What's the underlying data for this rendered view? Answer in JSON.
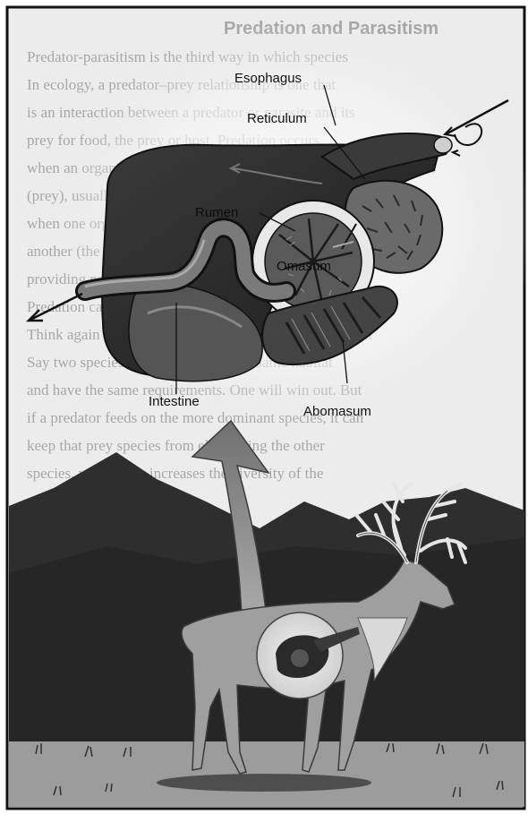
{
  "diagram": {
    "labels": {
      "esophagus": "Esophagus",
      "reticulum": "Reticulum",
      "rumen": "Rumen",
      "omasum": "Omasum",
      "intestine": "Intestine",
      "abomasum": "Abomasum"
    },
    "background_text": [
      "Predation and Parasitism",
      "Predator-parasitism is the third way in which species",
      "In ecology, a predator–prey relationship is one that",
      "is an interaction between a predator or parasite and its",
      "prey for food, the prey or host. Predation occurs",
      "when an organism (the predator) kills and eats other live organisms",
      "(prey), usually of another species. Parasitism occurs",
      "when one organism (the parasite) lives on or within",
      "another (the host), benefiting at the host's expense but",
      "providing no useful contribution to the host.",
      "Predation can maintain the population of the prey species.",
      "Think again about the principle of competitive exclusion",
      "Say two species are competing in the same habitat",
      "and have the same requirements. One will win out. But",
      "if a predator feeds on the more dominant species, it can",
      "keep that prey species from eliminating the other",
      "species, which then increases the diversity of the"
    ],
    "colors": {
      "border": "#111111",
      "sky": "#efefef",
      "mountain": "#2b2b2b",
      "ground": "#9a9a9a",
      "organ_dark": "#2a2a2a",
      "organ_mid": "#6a6a6a",
      "arrow": "#888888"
    }
  }
}
